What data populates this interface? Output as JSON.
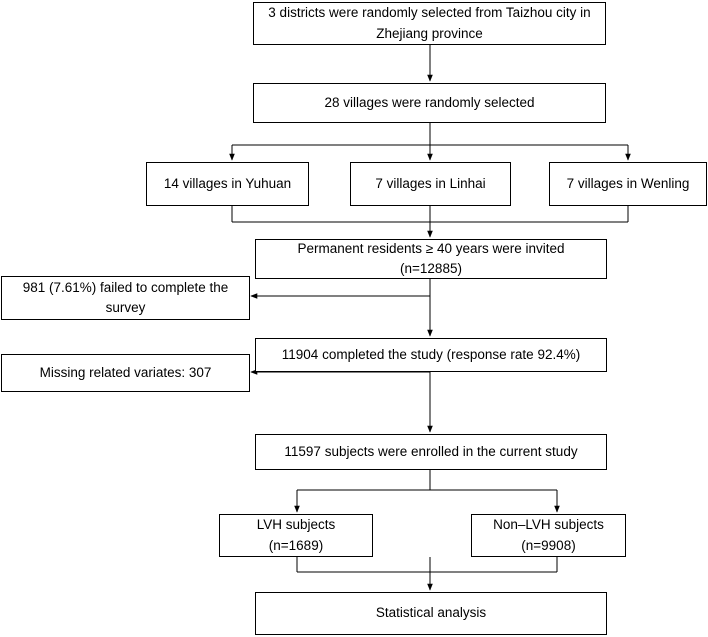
{
  "boxes": {
    "districts": "3 districts were randomly selected from Taizhou city in Zhejiang province",
    "villages": "28 villages were randomly selected",
    "yuhuan": "14 villages in Yuhuan",
    "linhai": "7 villages in Linhai",
    "wenling": "7 villages in Wenling",
    "invited_line1": "Permanent residents ≥ 40 years were invited",
    "invited_line2": "(n=12885)",
    "failed": "981 (7.61%) failed to complete the survey",
    "completed": "11904 completed the study (response rate 92.4%)",
    "missing": "Missing related variates: 307",
    "enrolled": "11597 subjects were enrolled in the current study",
    "lvh_line1": "LVH subjects",
    "lvh_line2": "(n=1689)",
    "nonlvh_line1": "Non–LVH subjects",
    "nonlvh_line2": "(n=9908)",
    "analysis": "Statistical analysis"
  }
}
